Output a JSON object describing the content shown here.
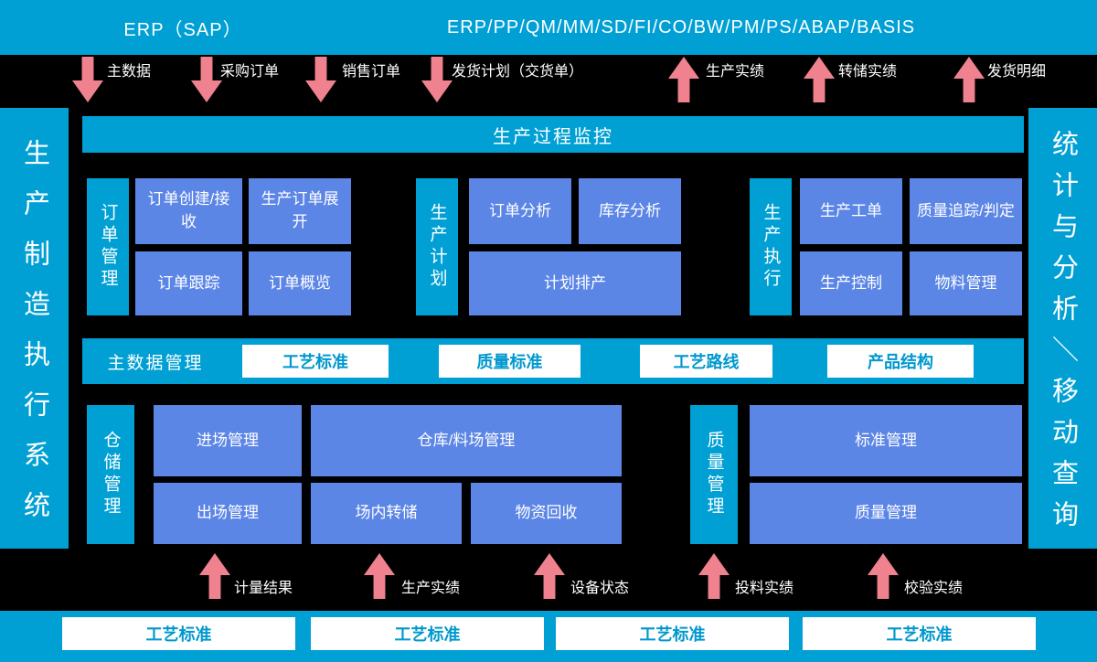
{
  "colors": {
    "cyan": "#00a0d4",
    "module_blue": "#5c86e6",
    "arrow_pink": "#f0818f",
    "background": "#000000",
    "white_box_text": "#0098ce"
  },
  "header": {
    "left_system": "ERP（SAP）",
    "right_modules": "ERP/PP/QM/MM/SD/FI/CO/BW/PM/PS/ABAP/BASIS"
  },
  "top_flows": {
    "down": [
      {
        "label": "主数据"
      },
      {
        "label": "采购订单"
      },
      {
        "label": "销售订单"
      },
      {
        "label": "发货计划（交货单）"
      }
    ],
    "up": [
      {
        "label": "生产实绩"
      },
      {
        "label": "转储实绩"
      },
      {
        "label": "发货明细"
      }
    ]
  },
  "sidebars": {
    "left": "生产制造执行系统",
    "right": "统计与分析＼移动查询"
  },
  "monitor_bar": "生产过程监控",
  "module_groups": [
    {
      "label": "订单管理",
      "boxes": [
        "订单创建/接收",
        "生产订单展开",
        "订单跟踪",
        "订单概览"
      ]
    },
    {
      "label": "生产计划",
      "boxes": [
        "订单分析",
        "库存分析",
        "计划排产"
      ]
    },
    {
      "label": "生产执行",
      "boxes": [
        "生产工单",
        "质量追踪/判定",
        "生产控制",
        "物料管理"
      ]
    }
  ],
  "master_data_bar": {
    "label": "主数据管理",
    "items": [
      "工艺标准",
      "质量标准",
      "工艺路线",
      "产品结构"
    ]
  },
  "lower_groups": [
    {
      "label": "仓储管理",
      "boxes": [
        "进场管理",
        "仓库/料场管理",
        "出场管理",
        "场内转储",
        "物资回收"
      ]
    },
    {
      "label": "质量管理",
      "boxes": [
        "标准管理",
        "质量管理"
      ]
    }
  ],
  "bottom_flows": [
    {
      "label": "计量结果"
    },
    {
      "label": "生产实绩"
    },
    {
      "label": "设备状态"
    },
    {
      "label": "投料实绩"
    },
    {
      "label": "校验实绩"
    }
  ],
  "footer": {
    "items": [
      "工艺标准",
      "工艺标准",
      "工艺标准",
      "工艺标准"
    ]
  }
}
